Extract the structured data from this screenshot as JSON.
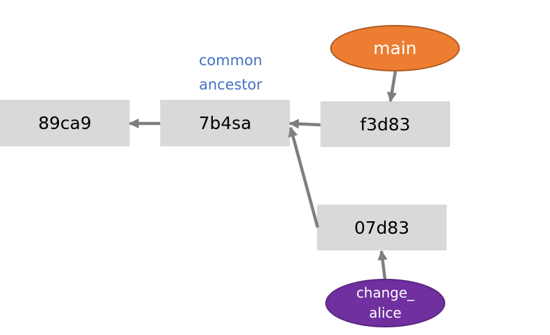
{
  "annotation": {
    "line1": "common",
    "line2": "ancestor",
    "color": "#4472c4"
  },
  "commits": {
    "c1": "89ca9",
    "c2": "7b4sa",
    "c3": "f3d83",
    "c4": "07d83"
  },
  "branches": {
    "main": {
      "label": "main",
      "color": "#ed7d31",
      "border": "#ae5a21"
    },
    "alice": {
      "line1": "change_",
      "line2": "alice",
      "color": "#7030a0",
      "border": "#5a2680"
    }
  },
  "colors": {
    "commit_fill": "#d9d9d9",
    "arrow": "#7f7f7f"
  }
}
